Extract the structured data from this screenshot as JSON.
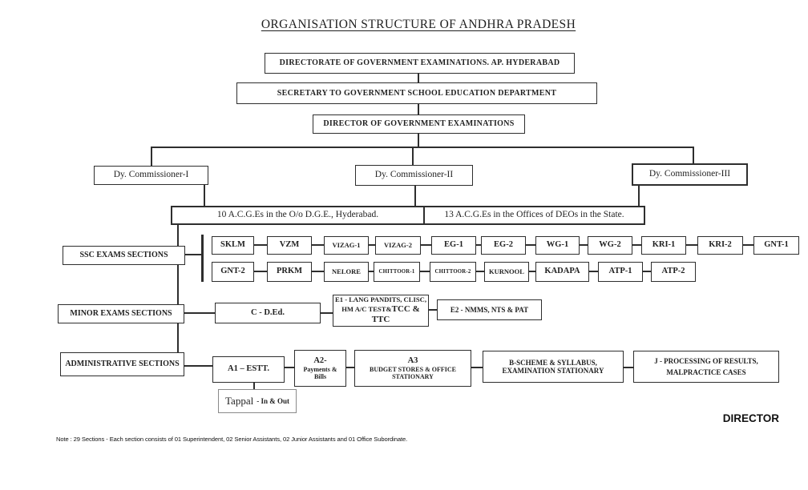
{
  "title": "ORGANISATION STRUCTURE OF ANDHRA PRADESH",
  "hierarchy": {
    "level1": "DIRECTORATE OF GOVERNMENT EXAMINATIONS. AP. HYDERABAD",
    "level2": "SECRETARY TO GOVERNMENT SCHOOL EDUCATION DEPARTMENT",
    "level3": "DIRECTOR OF GOVERNMENT EXAMINATIONS"
  },
  "commissioners": [
    "Dy. Commissioner-I",
    "Dy. Commissioner-II",
    "Dy. Commissioner-III"
  ],
  "acge": [
    "10 A.C.G.Es in the O/o D.G.E., Hyderabad.",
    "13 A.C.G.Es  in the Offices of DEOs in the State."
  ],
  "sections": {
    "ssc": "SSC EXAMS SECTIONS",
    "minor": "MINOR EXAMS SECTIONS",
    "admin": "ADMINISTRATIVE SECTIONS"
  },
  "ssc_sections": {
    "row1": [
      "SKLM",
      "VZM",
      "VIZAG-1",
      "VIZAG-2",
      "EG-1",
      "EG-2",
      "WG-1",
      "WG-2",
      "KRI-1",
      "KRI-2",
      "GNT-1"
    ],
    "row2": [
      "GNT-2",
      "PRKM",
      "NELORE",
      "CHITTOOR-1",
      "CHITTOOR-2",
      "KURNOOL",
      "KADAPA",
      "ATP-1",
      "ATP-2"
    ]
  },
  "minor_sections": {
    "c_ded": "C - D.Ed.",
    "e1_line1": "E1 - LANG PANDITS, CLISC,",
    "e1_line2a": "HM A/C TEST&",
    "e1_line2b": "TCC & TTC",
    "e2": "E2 - NMMS, NTS  & PAT"
  },
  "admin_sections": {
    "a1": "A1 – ESTT.",
    "a2_line1": "A2-",
    "a2_line2": "Payments &",
    "a2_line3": "Bills",
    "a3_line1": "A3",
    "a3_line2": "BUDGET STORES & OFFICE",
    "a3_line3": "STATIONARY",
    "b_line1": "B-SCHEME & SYLLABUS,",
    "b_line2": "EXAMINATION STATIONARY",
    "j_line1": "J - PROCESSING OF RESULTS,",
    "j_line2": "MALPRACTICE CASES",
    "tappal_main": "Tappal",
    "tappal_sub": "- In & Out"
  },
  "footer": {
    "note": "Note : 29 Sections - Each section consists of 01 Superintendent, 02 Senior Assistants, 02 Junior Assistants and 01 Office Subordinate.",
    "director": "DIRECTOR"
  },
  "colors": {
    "line": "#2e2e2e",
    "text": "#1f1f1f",
    "background": "#ffffff"
  }
}
